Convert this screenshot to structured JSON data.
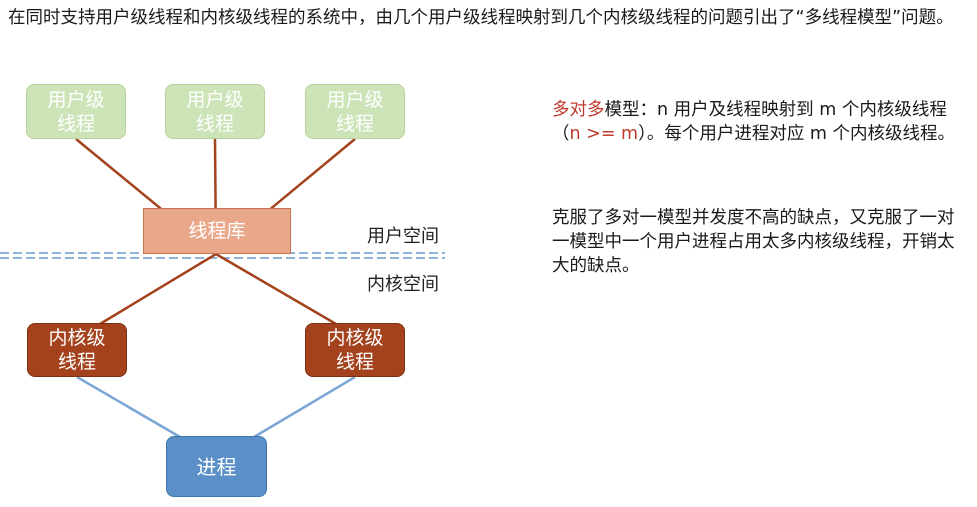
{
  "intro": "在同时支持用户级线程和内核级线程的系统中，由几个用户级线程映射到几个内核级线程的问题引出了“多线程模型”问题。",
  "diagram": {
    "user_threads": [
      "用户级\n线程",
      "用户级\n线程",
      "用户级\n线程"
    ],
    "thread_library": "线程库",
    "user_space_label": "用户空间",
    "kernel_space_label": "内核空间",
    "kernel_threads": [
      "内核级\n线程",
      "内核级\n线程"
    ],
    "process": "进程",
    "colors": {
      "user_thread": "#cde3b8",
      "thread_library": "#eaa88a",
      "kernel_thread": "#a3421c",
      "process": "#5b8fc8",
      "mapping_line": "#a3421c",
      "process_line": "#7aa6d6",
      "boundary_line": "#8fb2dd",
      "highlight": "#c0392b"
    }
  },
  "description": {
    "p1_highlight": "多对多",
    "p1_text": "模型：n 用户及线程映射到 m 个内核级线程（",
    "p1_formula": "n >= m",
    "p1_tail": "）。每个用户进程对应 m 个内核级线程。",
    "p2": "克服了多对一模型并发度不高的缺点，又克服了一对一模型中一个用户进程占用太多内核级线程，开销太大的缺点。"
  }
}
